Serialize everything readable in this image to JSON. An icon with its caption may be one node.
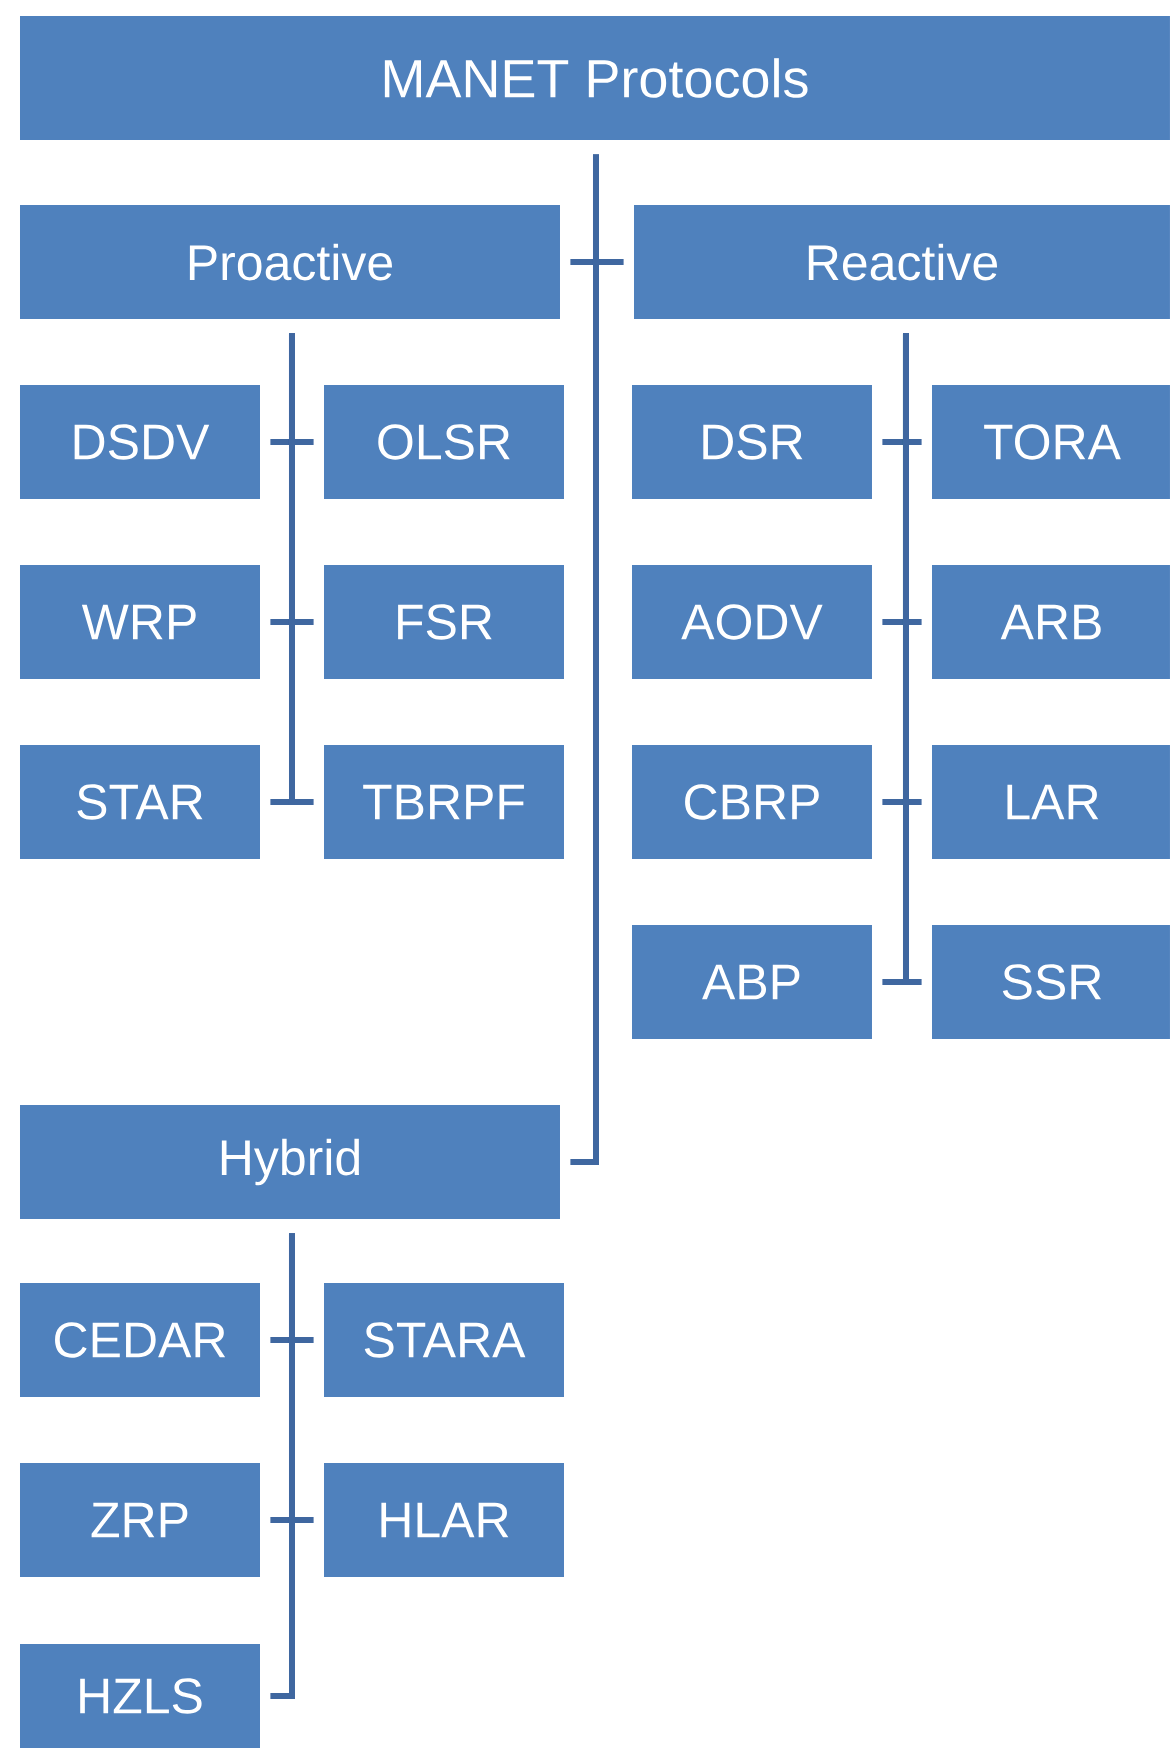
{
  "diagram": {
    "nodes": [
      {
        "text": [
          "MANET Protocols"
        ]
      },
      {
        "text": [
          "Proactive"
        ]
      },
      {
        "text": [
          "DSDV"
        ]
      },
      {
        "text": [
          "OLSR"
        ]
      },
      {
        "text": [
          "WRP"
        ]
      },
      {
        "text": [
          "FSR"
        ]
      },
      {
        "text": [
          "STAR"
        ]
      },
      {
        "text": [
          "TBRPF"
        ]
      },
      {
        "text": [
          "Reactive"
        ]
      },
      {
        "text": [
          "DSR"
        ]
      },
      {
        "text": [
          "TORA"
        ]
      },
      {
        "text": [
          "AODV"
        ]
      },
      {
        "text": [
          "ARB"
        ]
      },
      {
        "text": [
          "CBRP"
        ]
      },
      {
        "text": [
          "LAR"
        ]
      },
      {
        "text": [
          "ABP"
        ]
      },
      {
        "text": [
          "SSR"
        ]
      },
      {
        "text": [
          "Hybrid"
        ]
      },
      {
        "text": [
          "CEDAR"
        ]
      },
      {
        "text": [
          "STARA"
        ]
      },
      {
        "text": [
          "ZRP"
        ]
      },
      {
        "text": [
          "HLAR"
        ]
      },
      {
        "text": [
          "HZLS"
        ]
      }
    ],
    "edges": [
      {
        "from": 0,
        "to": 1,
        "arrow": "none"
      },
      {
        "from": 0,
        "to": 8,
        "arrow": "none"
      },
      {
        "from": 0,
        "to": 17,
        "arrow": "none"
      },
      {
        "from": 1,
        "to": 2,
        "arrow": "none"
      },
      {
        "from": 1,
        "to": 3,
        "arrow": "none"
      },
      {
        "from": 1,
        "to": 4,
        "arrow": "none"
      },
      {
        "from": 1,
        "to": 5,
        "arrow": "none"
      },
      {
        "from": 1,
        "to": 6,
        "arrow": "none"
      },
      {
        "from": 1,
        "to": 7,
        "arrow": "none"
      },
      {
        "from": 8,
        "to": 9,
        "arrow": "none"
      },
      {
        "from": 8,
        "to": 10,
        "arrow": "none"
      },
      {
        "from": 8,
        "to": 11,
        "arrow": "none"
      },
      {
        "from": 8,
        "to": 12,
        "arrow": "none"
      },
      {
        "from": 8,
        "to": 13,
        "arrow": "none"
      },
      {
        "from": 8,
        "to": 14,
        "arrow": "none"
      },
      {
        "from": 8,
        "to": 15,
        "arrow": "none"
      },
      {
        "from": 8,
        "to": 16,
        "arrow": "none"
      },
      {
        "from": 17,
        "to": 18,
        "arrow": "none"
      },
      {
        "from": 17,
        "to": 19,
        "arrow": "none"
      },
      {
        "from": 17,
        "to": 20,
        "arrow": "none"
      },
      {
        "from": 17,
        "to": 21,
        "arrow": "none"
      },
      {
        "from": 17,
        "to": 22,
        "arrow": "none"
      }
    ]
  }
}
